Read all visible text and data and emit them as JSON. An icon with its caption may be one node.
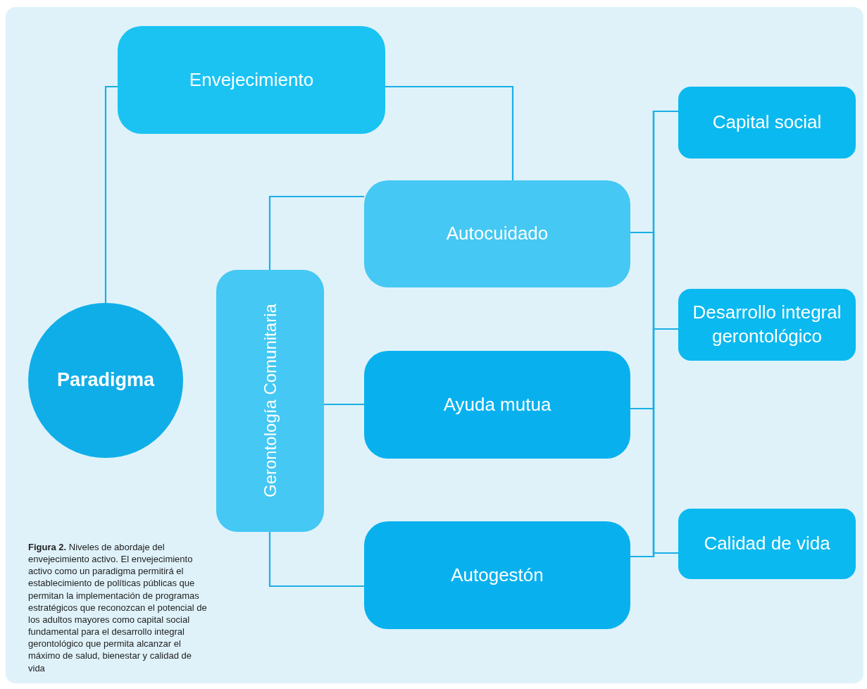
{
  "diagram": {
    "caption": "**Figura 2.** Niveles de abordaje del envejecimiento activo. El envejecimiento activo como un paradigma permitirá el establecimiento de políticas públicas que permitan la implementación de programas estratégicos que reconozcan el potencial de los adultos mayores como capital social fundamental para el desarrollo integral gerontológico que permita alcanzar el máximo de salud, bienestar y calidad de vida",
    "nodes": [
      {
        "text": [
          "Envejecimiento"
        ]
      },
      {
        "text": [
          "Paradigma"
        ]
      },
      {
        "text": [
          "Gerontología Comunitaria"
        ]
      },
      {
        "text": [
          "Autocuidado"
        ]
      },
      {
        "text": [
          "Ayuda mutua"
        ]
      },
      {
        "text": [
          "Autogestón"
        ]
      },
      {
        "text": [
          "Capital social"
        ]
      },
      {
        "text": [
          "Desarrollo integral gerontológico"
        ]
      },
      {
        "text": [
          "Calidad de vida"
        ]
      }
    ],
    "edges": [
      {
        "from": 1,
        "to": 0,
        "arrow": "none"
      },
      {
        "from": 0,
        "to": 3,
        "arrow": "none"
      },
      {
        "from": 2,
        "to": 3,
        "arrow": "none"
      },
      {
        "from": 2,
        "to": 4,
        "arrow": "none"
      },
      {
        "from": 2,
        "to": 5,
        "arrow": "none"
      },
      {
        "from": 3,
        "to": 6,
        "arrow": "none"
      },
      {
        "from": 3,
        "to": 7,
        "arrow": "none"
      },
      {
        "from": 3,
        "to": 8,
        "arrow": "none"
      },
      {
        "from": 4,
        "to": 6,
        "arrow": "none"
      },
      {
        "from": 4,
        "to": 7,
        "arrow": "none"
      },
      {
        "from": 4,
        "to": 8,
        "arrow": "none"
      },
      {
        "from": 5,
        "to": 6,
        "arrow": "none"
      },
      {
        "from": 5,
        "to": 7,
        "arrow": "none"
      },
      {
        "from": 5,
        "to": 8,
        "arrow": "none"
      }
    ]
  }
}
